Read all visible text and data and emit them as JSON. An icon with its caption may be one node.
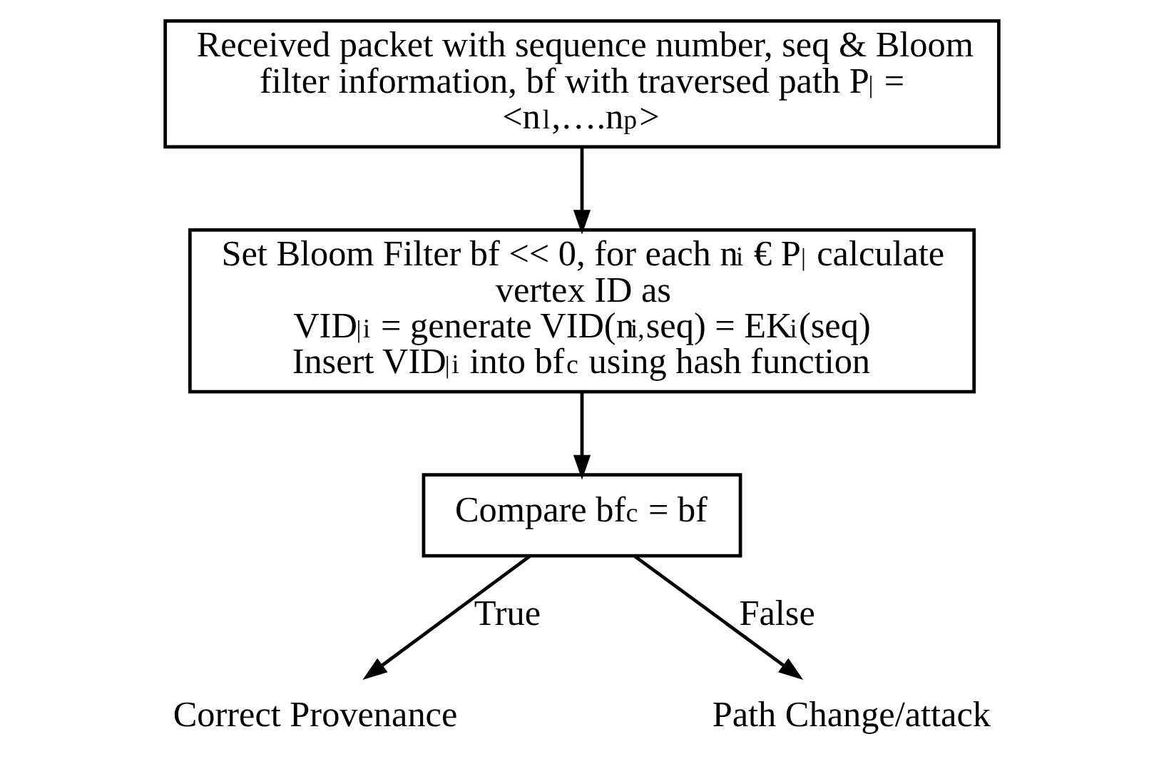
{
  "diagram": {
    "nodes": [
      {
        "text": [
          "Received packet with sequence number, seq & Bloom filter information, bf with traversed path P$^{|}$ = <n$_{l}$,….n$_{p}$>"
        ]
      },
      {
        "text": [
          "Set Bloom Filter bf << 0, for each n$_{i}$ € P$^{|}$ calculate vertex ID as",
          "VID$^{|}$$_{i}$ = generate VID(n$_{i,}$seq) = EK$_{i}$(seq)",
          "Insert VID$^{|}$$_{i}$ into bf$_{c}$ using hash function"
        ]
      },
      {
        "text": [
          "Compare bf$_{c}$ = bf"
        ]
      },
      {
        "text": [
          "Correct Provenance"
        ]
      },
      {
        "text": [
          "Path Change/attack"
        ]
      }
    ],
    "edges": [
      {
        "from": 0,
        "to": 1,
        "arrow": "to"
      },
      {
        "from": 1,
        "to": 2,
        "arrow": "to"
      },
      {
        "from": 2,
        "to": 3,
        "arrow": "to",
        "label": "True"
      },
      {
        "from": 2,
        "to": 4,
        "arrow": "to",
        "label": "False"
      }
    ]
  }
}
